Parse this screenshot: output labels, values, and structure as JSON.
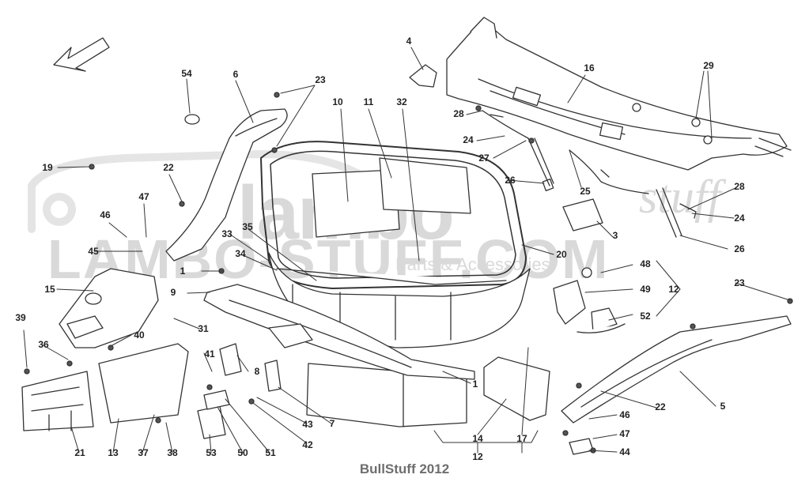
{
  "footer": "BullStuff 2012",
  "watermark": {
    "logo": "lambo",
    "script": "stuff",
    "line": "LAMBO-STUFF.COM",
    "tagline": "Parts & Accessories"
  },
  "callouts": [
    "54",
    "6",
    "23",
    "10",
    "11",
    "32",
    "4",
    "16",
    "29",
    "28",
    "24",
    "27",
    "26",
    "19",
    "22",
    "47",
    "46",
    "45",
    "33",
    "35",
    "34",
    "25",
    "28",
    "24",
    "26",
    "3",
    "20",
    "48",
    "49",
    "12",
    "1",
    "9",
    "15",
    "31",
    "39",
    "36",
    "40",
    "41",
    "8",
    "52",
    "23",
    "5",
    "22",
    "46",
    "47",
    "44",
    "1",
    "21",
    "13",
    "37",
    "38",
    "53",
    "50",
    "51",
    "42",
    "43",
    "7",
    "14",
    "17",
    "12"
  ],
  "colors": {
    "line": "#333333",
    "watermark": "#d9d9d9",
    "footer": "#6e6e6e"
  }
}
